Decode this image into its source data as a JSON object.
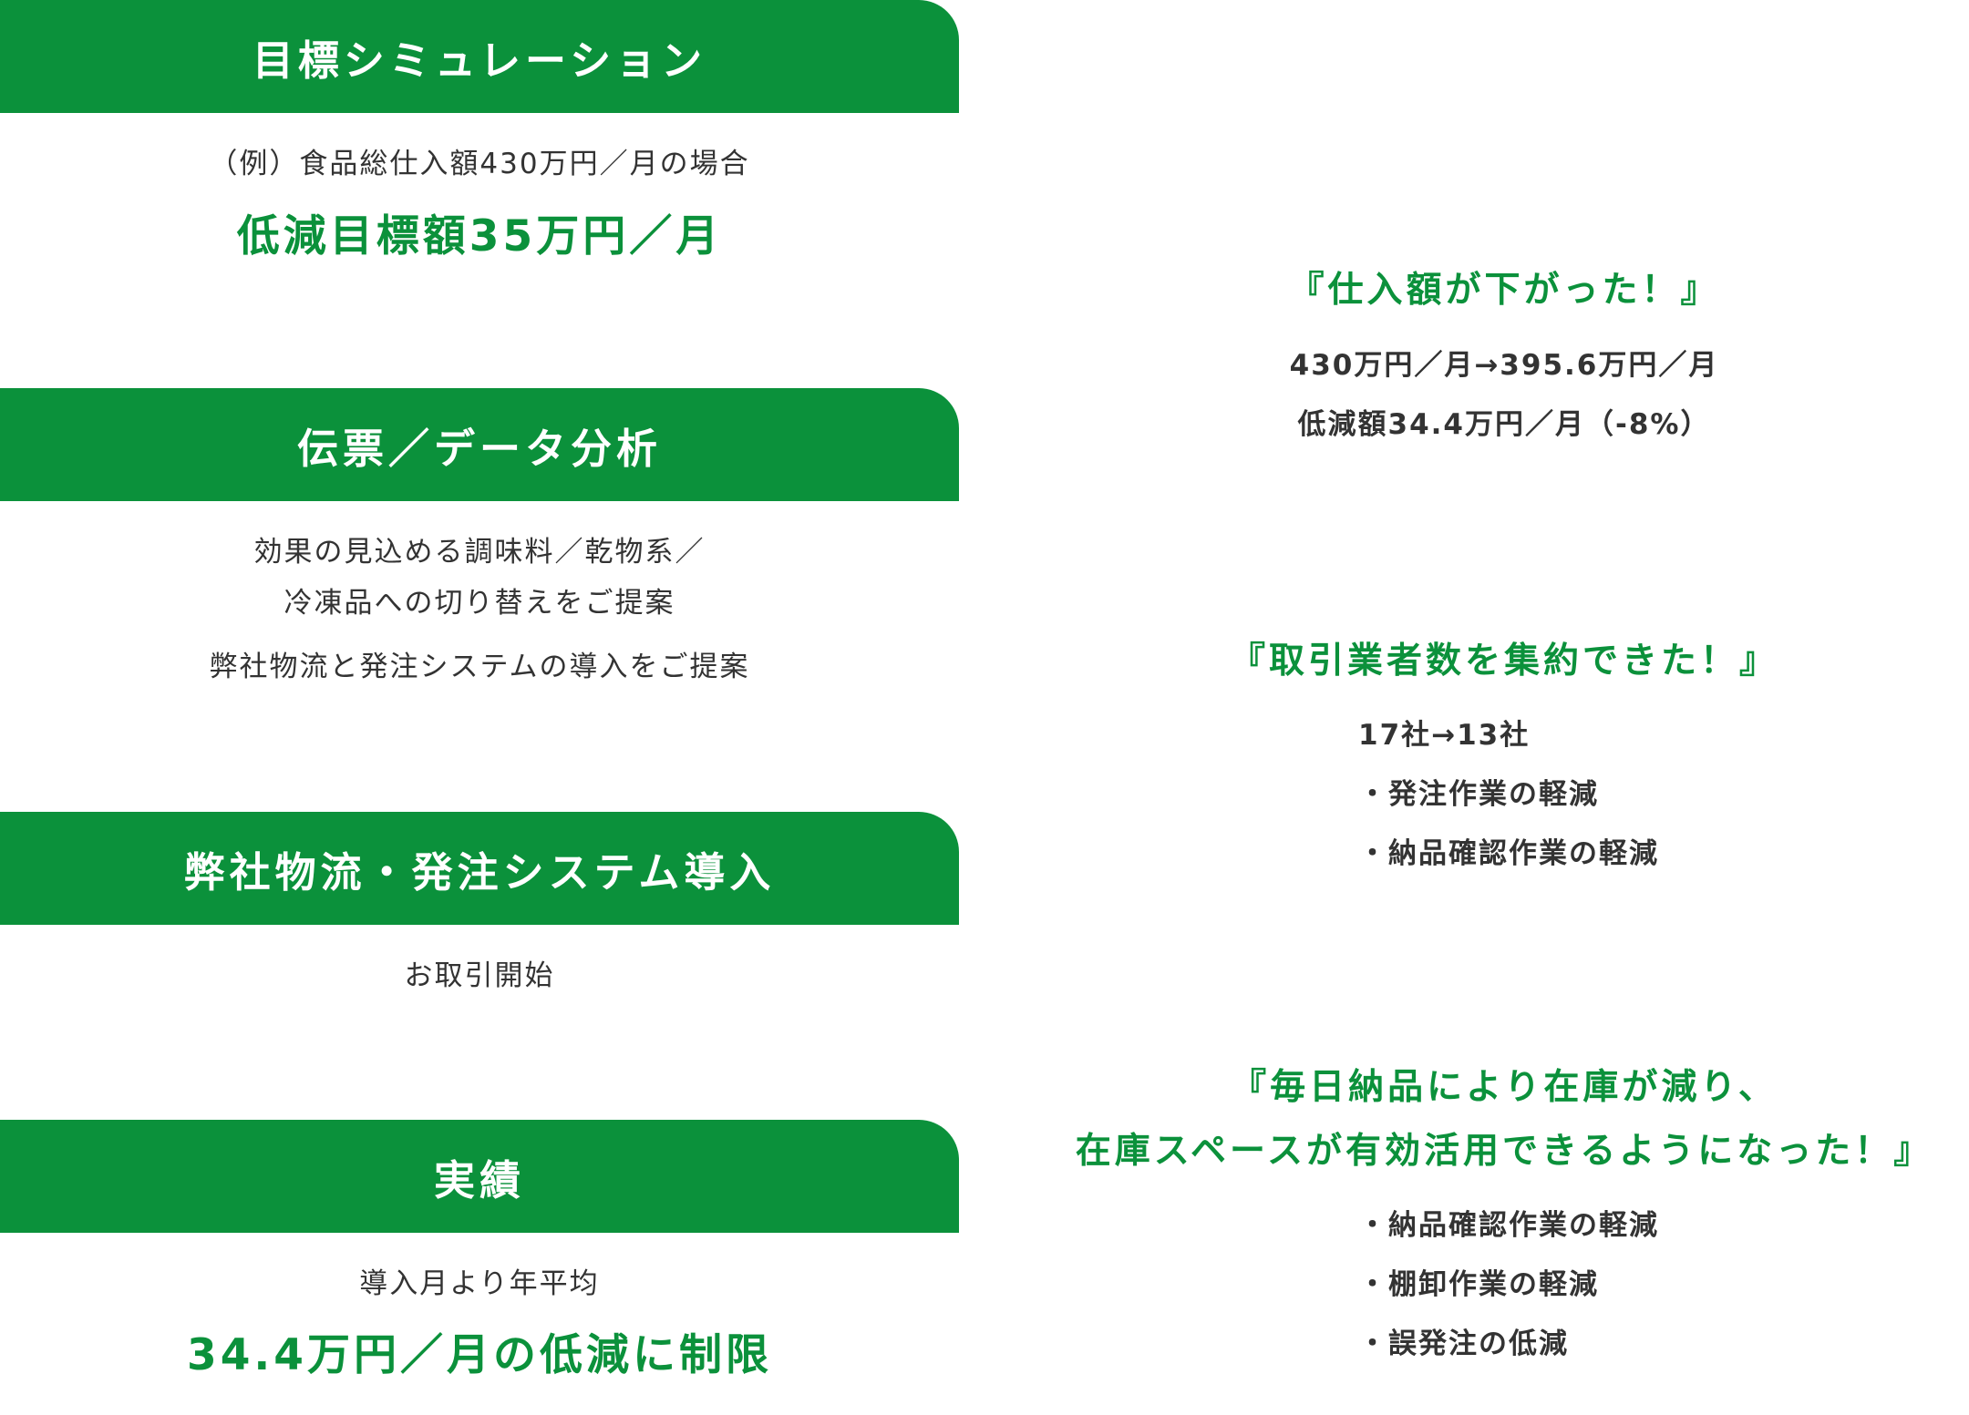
{
  "sections": {
    "simulation": {
      "title": "目標シミュレーション",
      "example": "（例）食品総仕入額430万円／月の場合",
      "target": "低減目標額35万円／月"
    },
    "analysis": {
      "title": "伝票／データ分析",
      "line1": "効果の見込める調味料／乾物系／",
      "line2": "冷凍品への切り替えをご提案",
      "line3": "弊社物流と発注システムの導入をご提案"
    },
    "introduction": {
      "title": "弊社物流・発注システム導入",
      "line1": "お取引開始"
    },
    "results": {
      "title": "実績",
      "line1": "導入月より年平均",
      "highlight": "34.4万円／月の低減に制限"
    }
  },
  "outcomes": {
    "purchase": {
      "heading": "『仕入額が下がった！』",
      "line1": "430万円／月→395.6万円／月",
      "line2": "低減額34.4万円／月（-8%）"
    },
    "suppliers": {
      "heading": "『取引業者数を集約できた！』",
      "line1": "17社→13社",
      "line2": "・発注作業の軽減",
      "line3": "・納品確認作業の軽減"
    },
    "inventory": {
      "heading_line1": "『毎日納品により在庫が減り、",
      "heading_line2": "在庫スペースが有効活用できるようになった！』",
      "line1": "・納品確認作業の軽減",
      "line2": "・棚卸作業の軽減",
      "line3": "・誤発注の低減"
    }
  },
  "colors": {
    "brand_green": "#0b913b",
    "body_text": "#333333",
    "background": "#ffffff"
  }
}
